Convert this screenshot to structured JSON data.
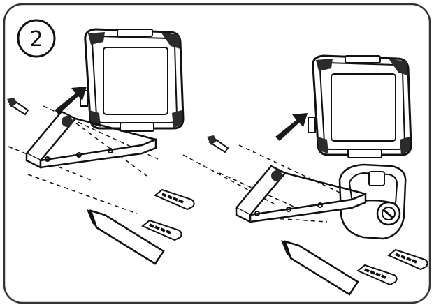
{
  "step": {
    "number": "2"
  },
  "colors": {
    "line": "#111111",
    "dark": "#2b2b2b",
    "frame": "#333333",
    "paper": "#ffffff"
  },
  "panels": [
    {
      "name": "left-assembly",
      "parts": [
        "floodlight",
        "wall-bracket",
        "arrow",
        "screw",
        "pencil",
        "wall-plug",
        "wall-plug"
      ]
    },
    {
      "name": "right-assembly",
      "parts": [
        "floodlight",
        "wall-bracket",
        "arrow",
        "screw",
        "pencil",
        "wall-plug",
        "wall-plug",
        "motion-sensor"
      ]
    }
  ]
}
